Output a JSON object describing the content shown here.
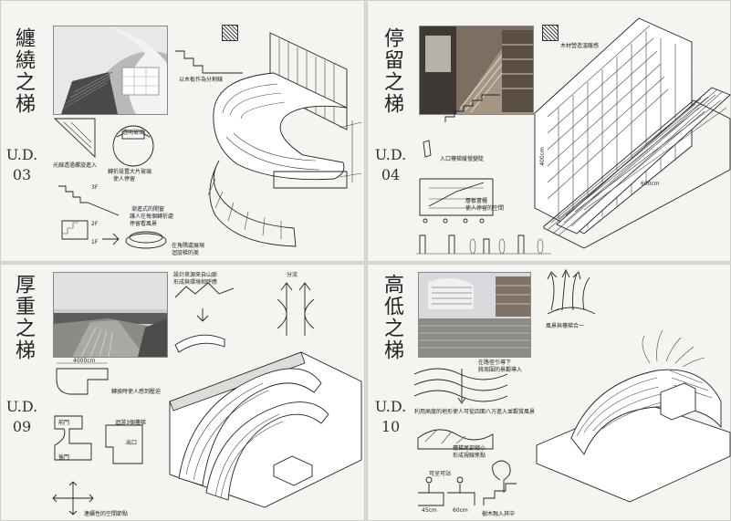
{
  "panels": [
    {
      "title": "纏繞之梯",
      "code": [
        "U.D.",
        "03"
      ],
      "notes": [
        "以木板作為分割線",
        "光線透過螺旋進入",
        "轉折設置大片玻璃",
        "使人停留",
        "透明玻璃",
        "漸進式的開窗",
        "讓人在每個轉折處",
        "停留看風景",
        "在角隅處展現",
        "迴旋梯的美",
        "1F",
        "2F",
        "3F"
      ]
    },
    {
      "title": "停留之梯",
      "code": [
        "U.D.",
        "04"
      ],
      "notes": [
        "木材營造溫暖感",
        "入口樓梯緩慢變陡",
        "層板書櫃",
        "使人停留的空間",
        "600cm",
        "400cm"
      ]
    },
    {
      "title": "厚重之梯",
      "code": [
        "U.D.",
        "09"
      ],
      "notes": [
        "設計來源來自山脈",
        "形成與環境相呼應",
        "分流",
        "4000cm",
        "轉換時使人感到壓迫",
        "迴游3個樓梯",
        "前門",
        "後門",
        "出口",
        "連續性的空間節點"
      ]
    },
    {
      "title": "高低之梯",
      "code": [
        "U.D.",
        "10"
      ],
      "notes": [
        "風景與樓梯合一",
        "在路徑引導下",
        "將周圍的景觀導入",
        "利用高度的地形使人可從四面八方進入並觀賞風景",
        "樓梯尾部縮小",
        "形成視線焦點",
        "45cm",
        "60cm",
        "可坐可站",
        "樹木融入其中"
      ]
    }
  ]
}
